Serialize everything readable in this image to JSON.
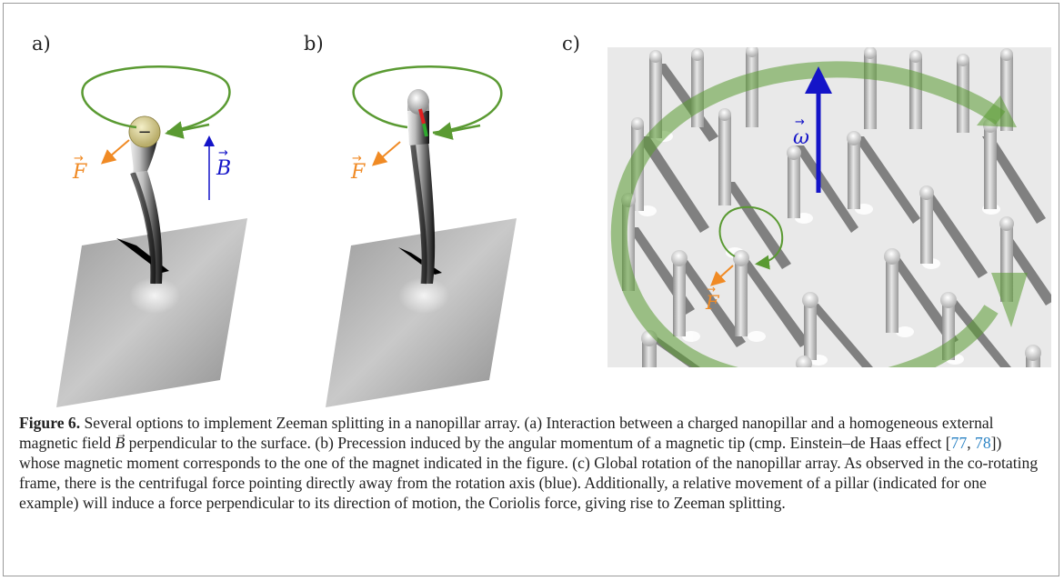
{
  "panels": {
    "a": {
      "label": "a)",
      "force_symbol": "F",
      "field_symbol": "B",
      "charge_symbol": "−"
    },
    "b": {
      "label": "b)",
      "force_symbol": "F"
    },
    "c": {
      "label": "c)",
      "force_symbol": "F",
      "omega_symbol": "ω"
    }
  },
  "caption": {
    "label": "Figure 6.",
    "part1": " Several options to implement Zeeman splitting in a nanopillar array. (a) Interaction between a charged nanopillar and a homogeneous external magnetic field ",
    "field_symbol": "B",
    "part2": " perpendicular to the surface. (b) Precession induced by the angular momentum of a magnetic tip (cmp. Einstein–de Haas effect [",
    "ref1": "77",
    "ref_sep": ", ",
    "ref2": "78",
    "part3": "]) whose magnetic moment corresponds to the one of the magnet indicated in the figure. (c) Global rotation of the nanopillar array. As observed in the co-rotating frame, there is the centrifugal force pointing directly away from the rotation axis (blue). Additionally, a relative movement of a pillar (indicated for one example) will induce a force perpendicular to its direction of motion, the Coriolis force, giving rise to Zeeman splitting."
  },
  "colors": {
    "green": "#5a9a32",
    "orange": "#f08a24",
    "blue": "#1414c8",
    "red": "#e02020",
    "ref_link": "#2b83c4"
  }
}
